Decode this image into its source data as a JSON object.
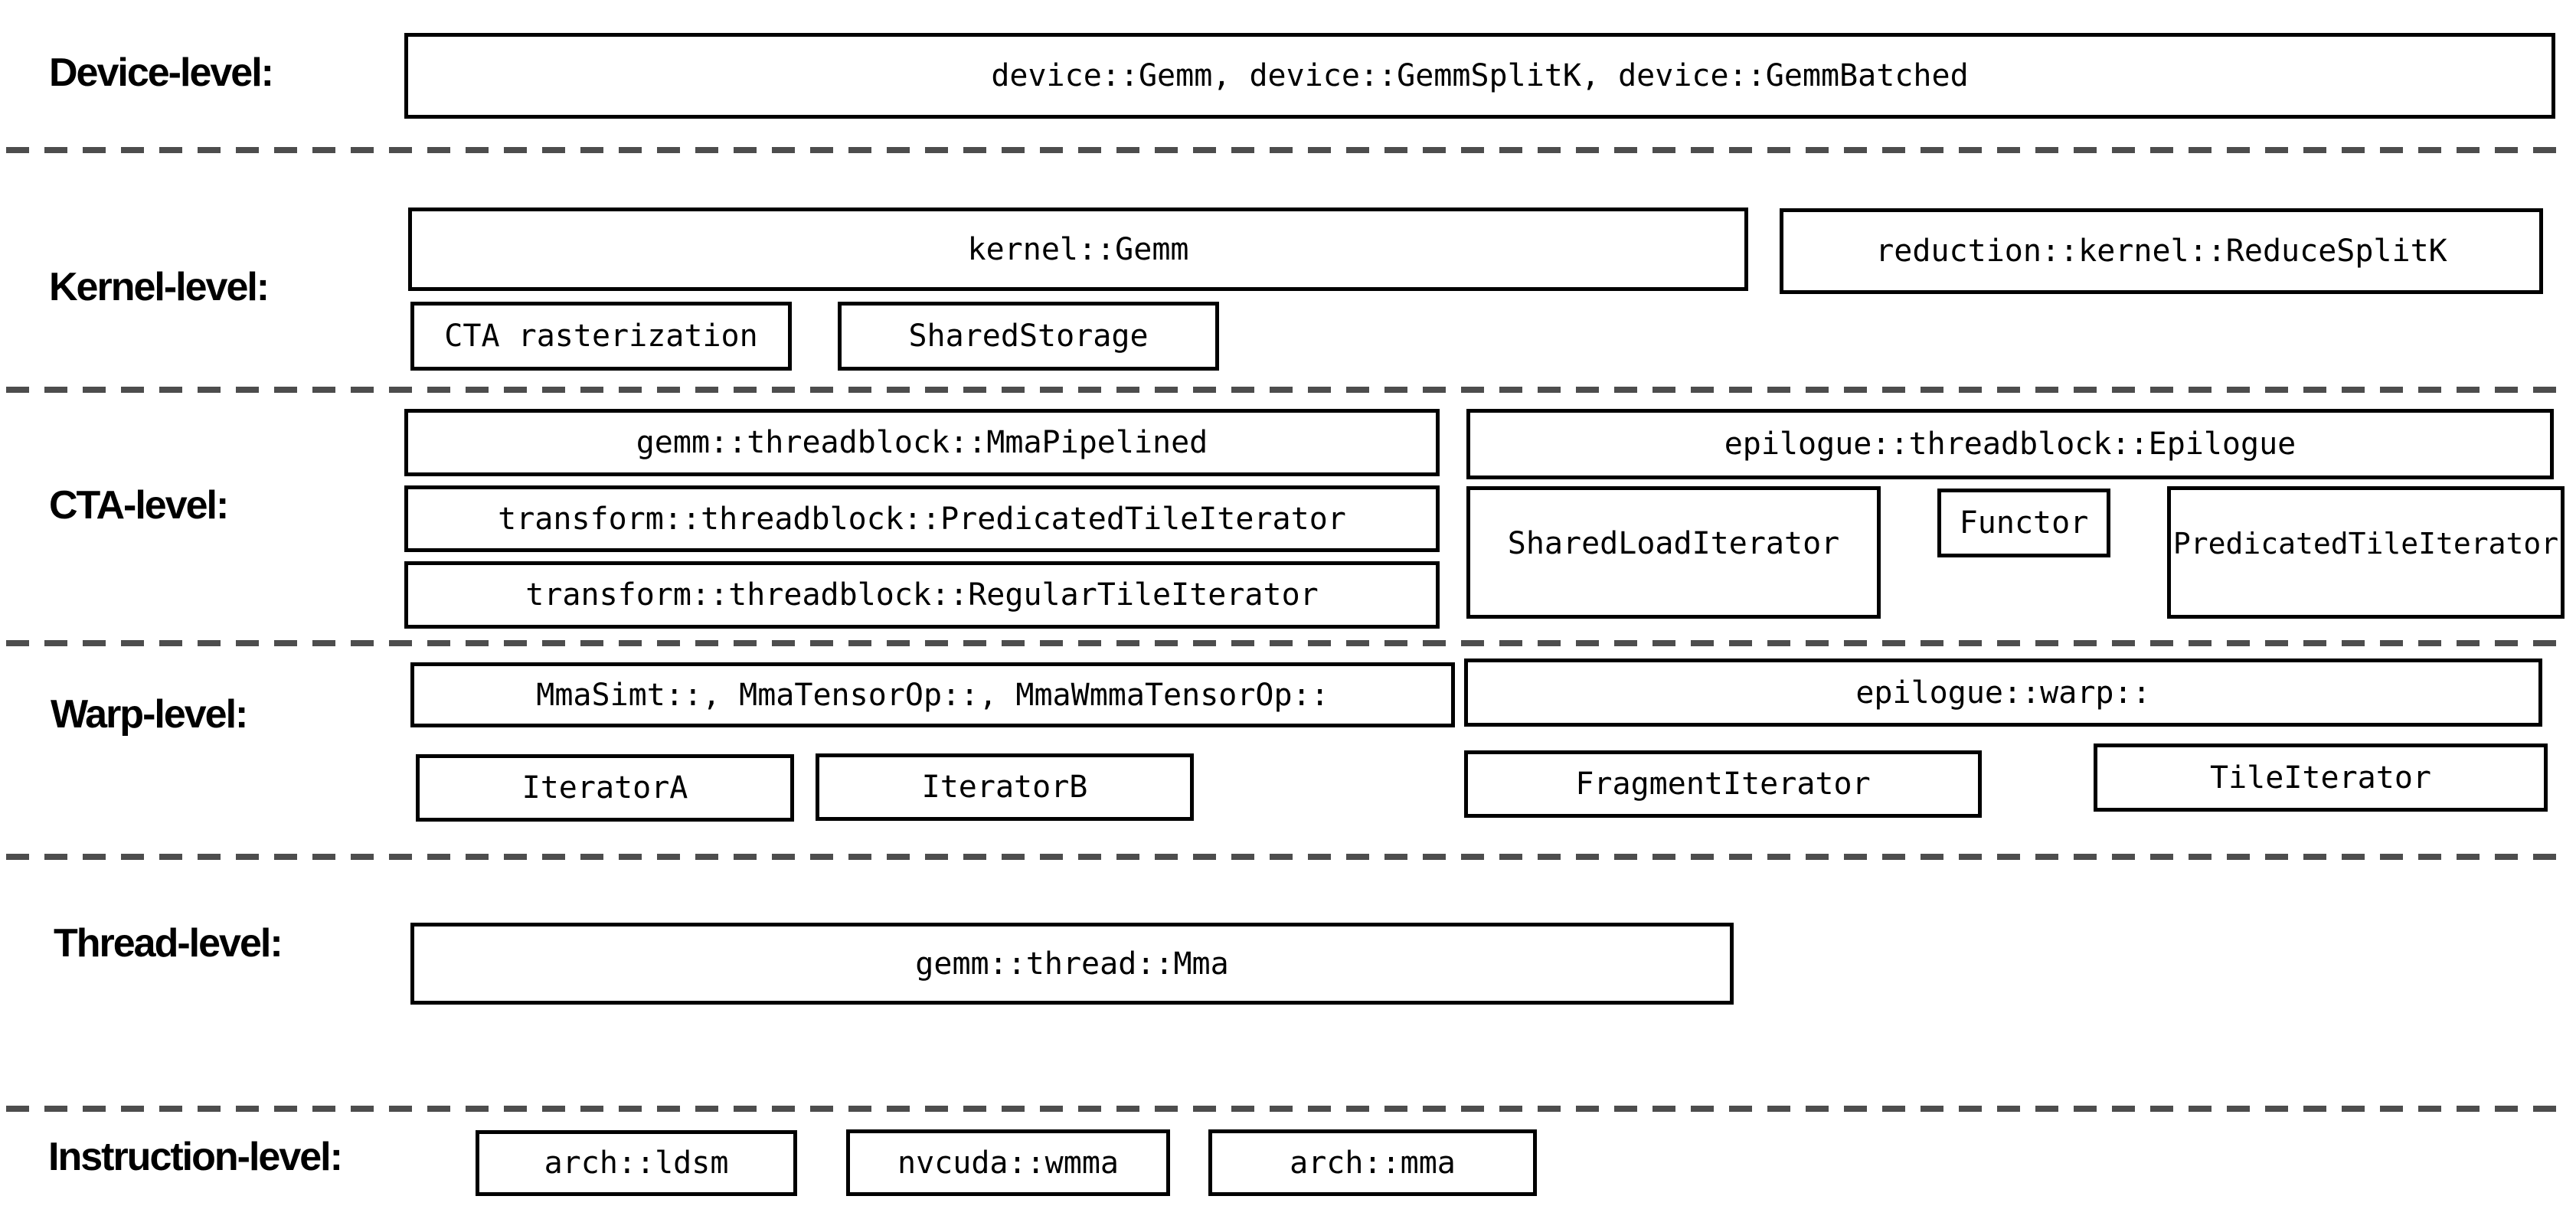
{
  "diagram": {
    "levels": {
      "device": {
        "label": "Device-level:"
      },
      "kernel": {
        "label": "Kernel-level:"
      },
      "cta": {
        "label": "CTA-level:"
      },
      "warp": {
        "label": "Warp-level:"
      },
      "thread": {
        "label": "Thread-level:"
      },
      "instruction": {
        "label": "Instruction-level:"
      }
    },
    "boxes": {
      "device_gemm": "device::Gemm, device::GemmSplitK, device::GemmBatched",
      "kernel_gemm": "kernel::Gemm",
      "reduce_splitk": "reduction::kernel::ReduceSplitK",
      "cta_rasterization": "CTA rasterization",
      "shared_storage": "SharedStorage",
      "mma_pipelined": "gemm::threadblock::MmaPipelined",
      "predicated_tile_iterator_transform": "transform::threadblock::PredicatedTileIterator",
      "regular_tile_iterator": "transform::threadblock::RegularTileIterator",
      "epilogue": "epilogue::threadblock::Epilogue",
      "shared_load_iterator": "SharedLoadIterator",
      "functor": "Functor",
      "predicated_tile_iterator_epilogue": "PredicatedTileIterator",
      "mma_warp": "MmaSimt::, MmaTensorOp::, MmaWmmaTensorOp::",
      "iterator_a": "IteratorA",
      "iterator_b": "IteratorB",
      "epilogue_warp": "epilogue::warp::",
      "fragment_iterator": "FragmentIterator",
      "tile_iterator": "TileIterator",
      "gemm_thread_mma": "gemm::thread::Mma",
      "arch_ldsm": "arch::ldsm",
      "nvcuda_wmma": "nvcuda::wmma",
      "arch_mma": "arch::mma"
    }
  }
}
